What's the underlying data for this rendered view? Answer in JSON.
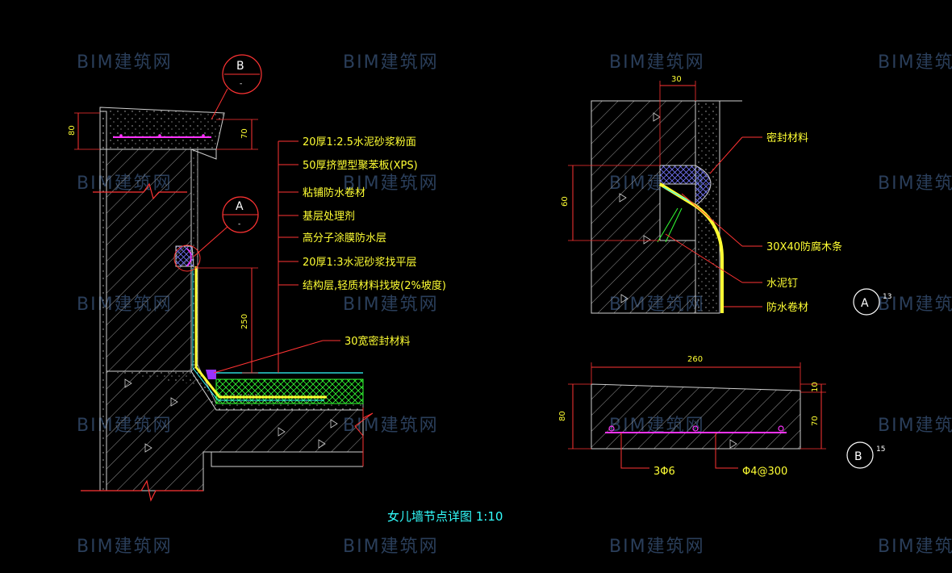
{
  "watermark": "BIM建筑网",
  "main_detail": {
    "annotations": [
      "20厚1:2.5水泥砂浆粉面",
      "50厚挤塑型聚苯板(XPS)",
      "粘铺防水卷材",
      "基层处理剂",
      "高分子涂膜防水层",
      "20厚1:3水泥砂浆找平层",
      "结构层,轻质材料找坡(2%坡度)"
    ],
    "seal_note": "30宽密封材料",
    "dims": {
      "top_left": "80",
      "top_right": "70",
      "upturn": "250"
    },
    "callout_b": {
      "letter": "B",
      "sub": "-"
    },
    "callout_a": {
      "letter": "A",
      "sub": "-"
    },
    "title": "女儿墙节点详图 1:10"
  },
  "detail_a": {
    "dims": {
      "top": "30",
      "left": "60"
    },
    "labels": [
      "密封材料",
      "30X40防腐木条",
      "水泥钉",
      "防水卷材"
    ],
    "tag": {
      "letter": "A",
      "sub": "13"
    }
  },
  "detail_b": {
    "dims": {
      "width": "260",
      "height": "80",
      "right_top": "10",
      "right_bottom": "70"
    },
    "labels": [
      "3Φ6",
      "Φ4@300"
    ],
    "tag": {
      "letter": "B",
      "sub": "15"
    }
  }
}
